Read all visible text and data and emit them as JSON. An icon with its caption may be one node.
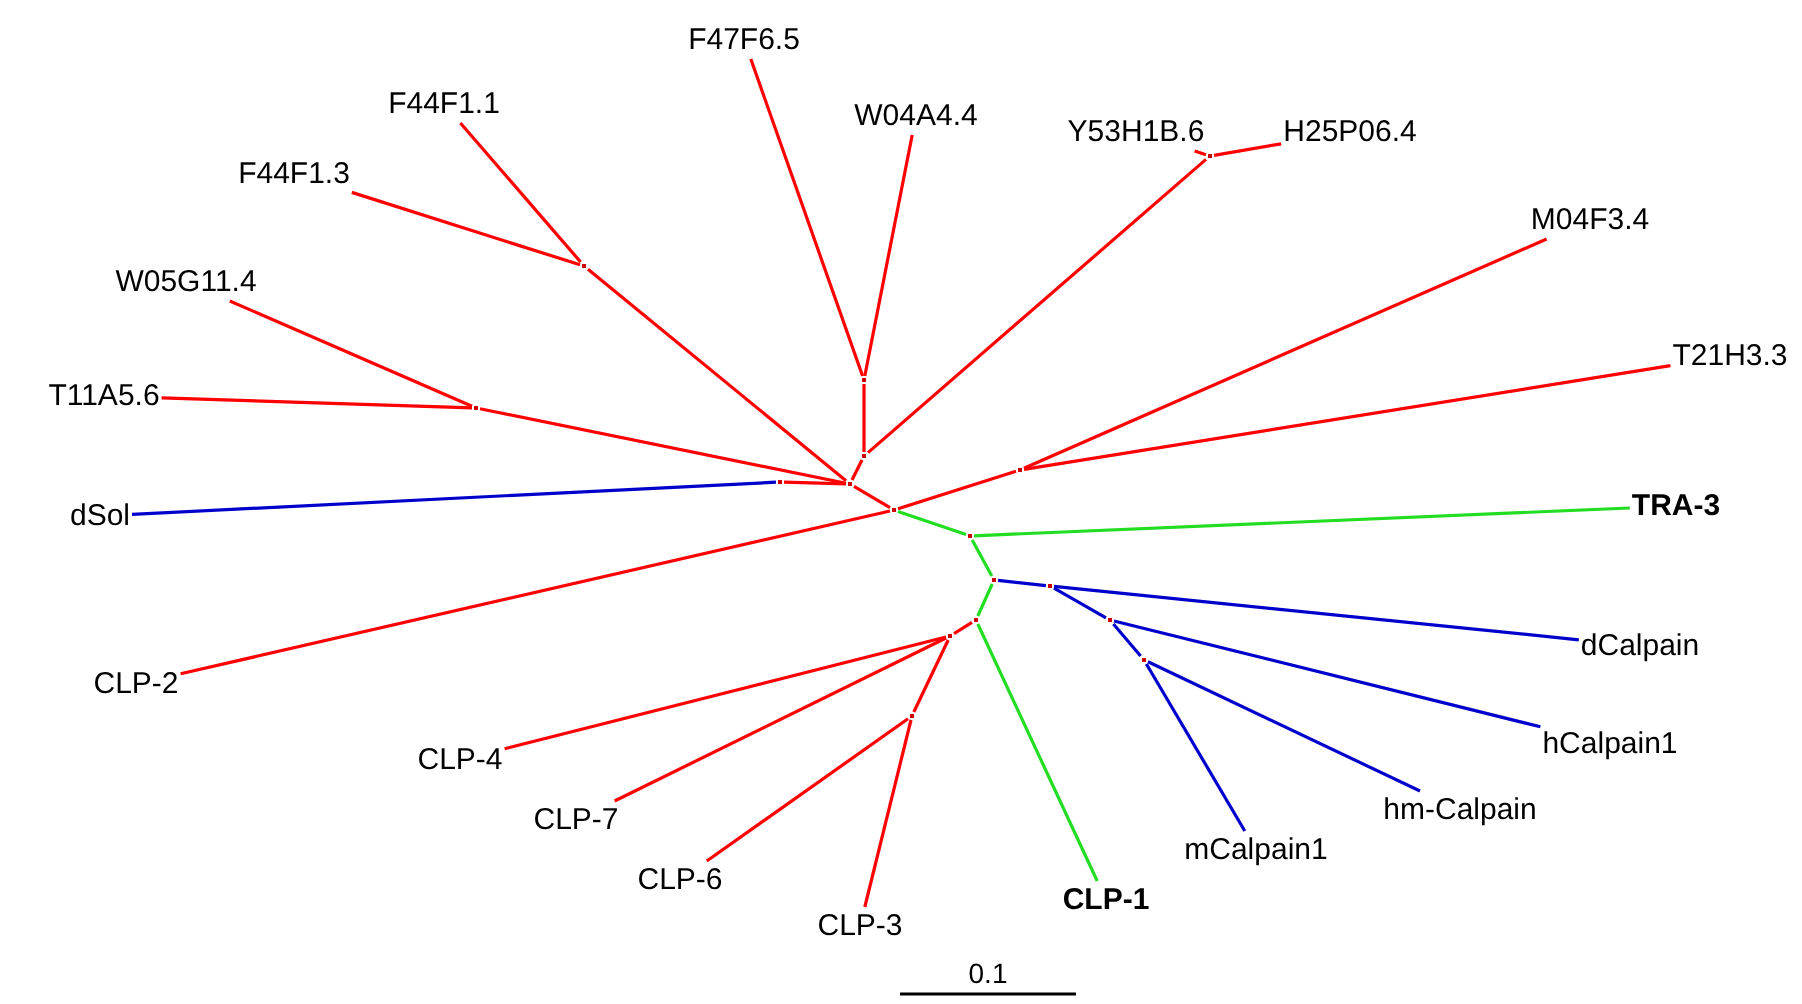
{
  "diagram": {
    "nodes": [
      {
        "text": [
          "F47F6.5"
        ]
      },
      {
        "text": [
          "F44F1.1"
        ]
      },
      {
        "text": [
          "W04A4.4"
        ]
      },
      {
        "text": [
          "Y53H1B.6"
        ]
      },
      {
        "text": [
          "H25P06.4"
        ]
      },
      {
        "text": [
          "F44F1.3"
        ]
      },
      {
        "text": [
          "M04F3.4"
        ]
      },
      {
        "text": [
          "W05G11.4"
        ]
      },
      {
        "text": [
          "T21H3.3"
        ]
      },
      {
        "text": [
          "T11A5.6"
        ]
      },
      {
        "text": [
          "dSol"
        ]
      },
      {
        "text": [
          "TRA-3"
        ]
      },
      {
        "text": [
          "CLP-2"
        ]
      },
      {
        "text": [
          "dCalpain"
        ]
      },
      {
        "text": [
          "hCalpain1"
        ]
      },
      {
        "text": [
          "CLP-4"
        ]
      },
      {
        "text": [
          "hm-Calpain"
        ]
      },
      {
        "text": [
          "CLP-7"
        ]
      },
      {
        "text": [
          "mCalpain1"
        ]
      },
      {
        "text": [
          "CLP-6"
        ]
      },
      {
        "text": [
          "CLP-3"
        ]
      },
      {
        "text": [
          "CLP-1"
        ]
      },
      {
        "text": [],
        "shape": "point"
      },
      {
        "text": [],
        "shape": "point"
      },
      {
        "text": [],
        "shape": "point"
      },
      {
        "text": [],
        "shape": "point"
      },
      {
        "text": [],
        "shape": "point"
      },
      {
        "text": [],
        "shape": "point"
      },
      {
        "text": [],
        "shape": "point"
      },
      {
        "text": [],
        "shape": "point"
      },
      {
        "text": [],
        "shape": "point"
      },
      {
        "text": [],
        "shape": "point"
      },
      {
        "text": [],
        "shape": "point"
      },
      {
        "text": [],
        "shape": "point"
      },
      {
        "text": [],
        "shape": "point"
      },
      {
        "text": [],
        "shape": "point"
      },
      {
        "text": [],
        "shape": "point"
      },
      {
        "text": [],
        "shape": "point"
      },
      {
        "text": [],
        "shape": "point"
      }
    ],
    "edges": [
      {
        "from": 1,
        "to": 22,
        "arrow": "none"
      },
      {
        "from": 5,
        "to": 22,
        "arrow": "none"
      },
      {
        "from": 22,
        "to": 25,
        "arrow": "none"
      },
      {
        "from": 7,
        "to": 23,
        "arrow": "none"
      },
      {
        "from": 9,
        "to": 23,
        "arrow": "none"
      },
      {
        "from": 23,
        "to": 25,
        "arrow": "none"
      },
      {
        "from": 10,
        "to": 24,
        "arrow": "none",
        "color": "#0000cc"
      },
      {
        "from": 24,
        "to": 25,
        "arrow": "none"
      },
      {
        "from": 0,
        "to": 26,
        "arrow": "none"
      },
      {
        "from": 2,
        "to": 26,
        "arrow": "none"
      },
      {
        "from": 26,
        "to": 27,
        "arrow": "none"
      },
      {
        "from": 3,
        "to": 28,
        "arrow": "none"
      },
      {
        "from": 4,
        "to": 28,
        "arrow": "none"
      },
      {
        "from": 28,
        "to": 27,
        "arrow": "none"
      },
      {
        "from": 27,
        "to": 25,
        "arrow": "none"
      },
      {
        "from": 25,
        "to": 29,
        "arrow": "none"
      },
      {
        "from": 12,
        "to": 29,
        "arrow": "none"
      },
      {
        "from": 6,
        "to": 30,
        "arrow": "none"
      },
      {
        "from": 8,
        "to": 30,
        "arrow": "none"
      },
      {
        "from": 30,
        "to": 29,
        "arrow": "none"
      },
      {
        "from": 29,
        "to": 31,
        "arrow": "none",
        "color": "#22dd22"
      },
      {
        "from": 11,
        "to": 31,
        "arrow": "none",
        "color": "#22dd22"
      },
      {
        "from": 31,
        "to": 32,
        "arrow": "none",
        "color": "#22dd22"
      },
      {
        "from": 32,
        "to": 33,
        "arrow": "none",
        "color": "#0000cc"
      },
      {
        "from": 33,
        "to": 13,
        "arrow": "none",
        "color": "#0000cc"
      },
      {
        "from": 33,
        "to": 34,
        "arrow": "none",
        "color": "#0000cc"
      },
      {
        "from": 34,
        "to": 14,
        "arrow": "none",
        "color": "#0000cc"
      },
      {
        "from": 34,
        "to": 35,
        "arrow": "none",
        "color": "#0000cc"
      },
      {
        "from": 35,
        "to": 16,
        "arrow": "none",
        "color": "#0000cc"
      },
      {
        "from": 35,
        "to": 18,
        "arrow": "none",
        "color": "#0000cc"
      },
      {
        "from": 32,
        "to": 36,
        "arrow": "none",
        "color": "#22dd22"
      },
      {
        "from": 36,
        "to": 21,
        "arrow": "none",
        "color": "#22dd22"
      },
      {
        "from": 36,
        "to": 37,
        "arrow": "none"
      },
      {
        "from": 37,
        "to": 15,
        "arrow": "none"
      },
      {
        "from": 37,
        "to": 17,
        "arrow": "none"
      },
      {
        "from": 37,
        "to": 38,
        "arrow": "none"
      },
      {
        "from": 38,
        "to": 19,
        "arrow": "none"
      },
      {
        "from": 38,
        "to": 20,
        "arrow": "none"
      }
    ],
    "labels": [
      "0.1"
    ]
  }
}
